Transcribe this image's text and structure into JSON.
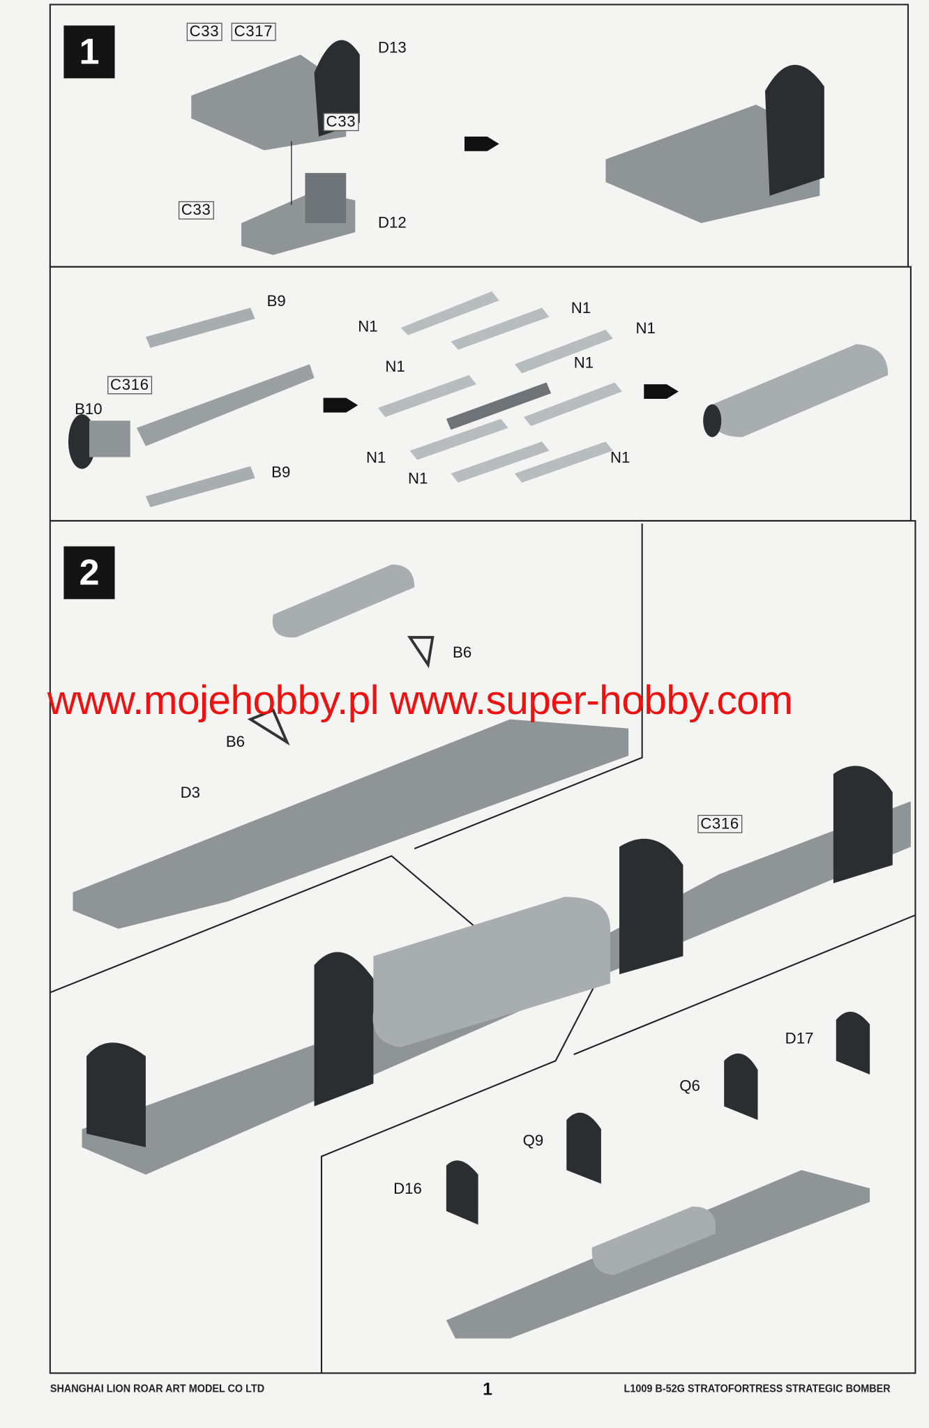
{
  "steps": [
    {
      "number": "1"
    },
    {
      "number": "2"
    }
  ],
  "step1_labels": [
    "C33",
    "C317",
    "D13",
    "C33",
    "C33",
    "D12"
  ],
  "subassembly_labels": [
    "B9",
    "C316",
    "B10",
    "B9",
    "N1",
    "N1",
    "N1",
    "N1",
    "N1",
    "N1",
    "N1",
    "N1"
  ],
  "step2_labels": [
    "B6",
    "B6",
    "D3",
    "C316",
    "D17",
    "Q6",
    "Q9",
    "D16"
  ],
  "watermark": "www.mojehobby.pl www.super-hobby.com",
  "footer": {
    "company": "SHANGHAI LION ROAR ART MODEL CO LTD",
    "page": "1",
    "product": "L1009   B-52G   STRATOFORTRESS   STRATEGIC   BOMBER"
  },
  "colors": {
    "part": "#8f9597",
    "part_dark": "#2b2e31",
    "watermark": "#f01010"
  }
}
